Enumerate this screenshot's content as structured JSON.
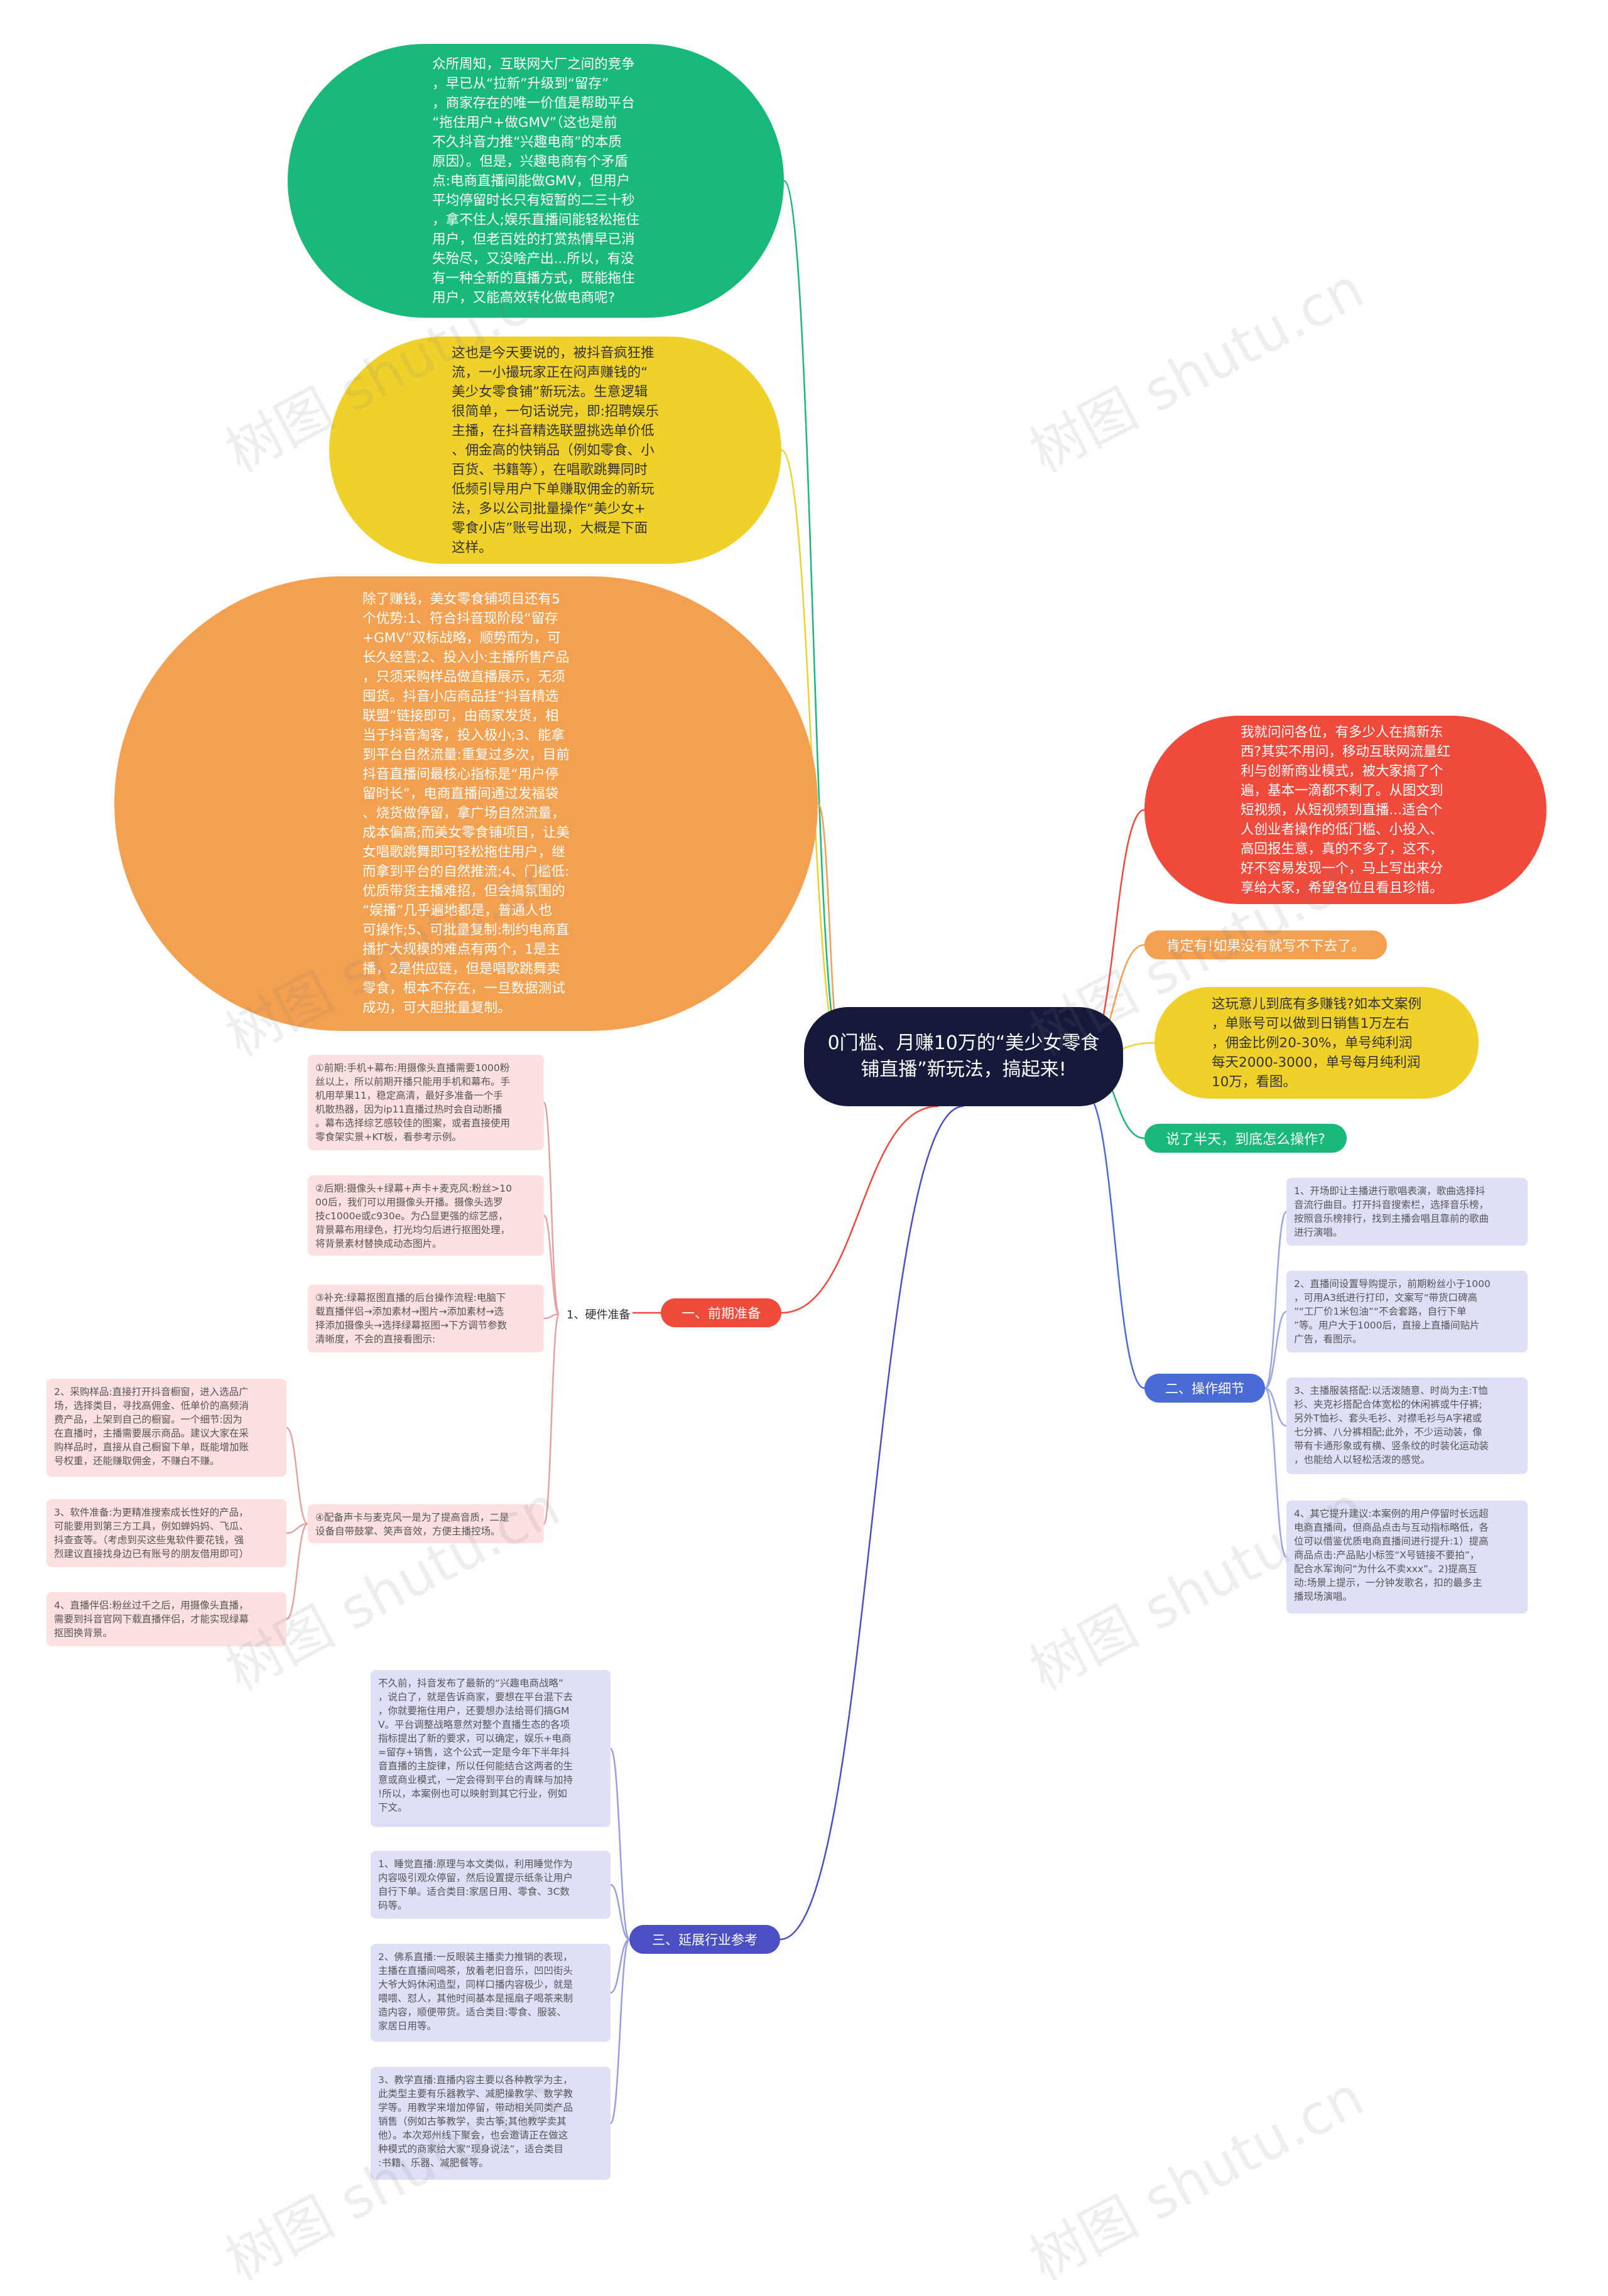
{
  "center": {
    "title": "0门槛、月赚10万的“美少女零食铺直播”新玩法，搞起来!"
  },
  "left_bubbles": [
    {
      "color": "#19b97a",
      "text": "众所周知，互联网大厂之间的竞争\n，早已从“拉新”升级到“留存”\n，商家存在的唯一价值是帮助平台\n“拖住用户+做GMV”（这也是前\n不久抖音力推“兴趣电商”的本质\n原因）。但是，兴趣电商有个矛盾\n点:电商直播间能做GMV，但用户\n平均停留时长只有短暂的二三十秒\n，拿不住人;娱乐直播间能轻松拖住\n用户，但老百姓的打赏热情早已消\n失殆尽，又没啥产出...所以，有没\n有一种全新的直播方式，既能拖住\n用户，又能高效转化做电商呢?"
    },
    {
      "color": "#f0d12c",
      "text": "这也是今天要说的，被抖音疯狂推\n流，一小撮玩家正在闷声赚钱的“\n美少女零食铺”新玩法。生意逻辑\n很简单，一句话说完，即:招聘娱乐\n主播，在抖音精选联盟挑选单价低\n、佣金高的快销品（例如零食、小\n百货、书籍等），在唱歌跳舞同时\n低频引导用户下单赚取佣金的新玩\n法，多以公司批量操作“美少女+\n零食小店”账号出现，大概是下面\n这样。"
    },
    {
      "color": "#f3a050",
      "text": "除了赚钱，美女零食铺项目还有5\n个优势:1、符合抖音现阶段“留存\n+GMV”双标战略，顺势而为，可\n长久经营;2、投入小:主播所售产品\n，只须采购样品做直播展示，无须\n囤货。抖音小店商品挂“抖音精选\n联盟”链接即可，由商家发货，相\n当于抖音淘客，投入极小;3、能拿\n到平台自然流量:重复过多次，目前\n抖音直播间最核心指标是“用户停\n留时长”，电商直播间通过发福袋\n、烧货做停留，拿广场自然流量，\n成本偏高;而美女零食铺项目，让美\n女唱歌跳舞即可轻松拖住用户，继\n而拿到平台的自然推流;4、门槛低:\n优质带货主播难招，但会搞氛围的\n“娱播”几乎遍地都是，普通人也\n可操作;5、可批量复制:制约电商直\n播扩大规模的难点有两个，1是主\n播，2是供应链，但是唱歌跳舞卖\n零食，根本不存在，一旦数据测试\n成功，可大胆批量复制。"
    }
  ],
  "right_bubbles": [
    {
      "color": "#f04a3c",
      "text": "我就问问各位，有多少人在搞新东\n西?其实不用问，移动互联网流量红\n利与创新商业模式，被大家搞了个\n遍，基本一滴都不剩了。从图文到\n短视频，从短视频到直播...适合个\n人创业者操作的低门槛、小投入、\n高回报生意，真的不多了，这不，\n好不容易发现一个，马上写出来分\n享给大家，希望各位且看且珍惜。"
    },
    {
      "color": "#f3a050",
      "text": "肯定有!如果没有就写不下去了。"
    },
    {
      "color": "#f0d12c",
      "text": "这玩意儿到底有多赚钱?如本文案例\n，单账号可以做到日销售1万左右\n，佣金比例20-30%，单号纯利润\n每天2000-3000，单号每月纯利润\n10万，看图。"
    },
    {
      "color": "#19b97a",
      "text": "说了半天，到底怎么操作?"
    }
  ],
  "branches": [
    {
      "label": "一、前期准备",
      "color": "#f04a3c"
    },
    {
      "label": "二、操作细节",
      "color": "#4a6bd6"
    },
    {
      "label": "三、延展行业参考",
      "color": "#4b4fc4"
    }
  ],
  "sub_label": "1、硬件准备",
  "prep_leaves": [
    "①前期:手机+幕布:用摄像头直播需要1000粉\n丝以上，所以前期开播只能用手机和幕布。手\n机用苹果11，稳定高清，最好多准备一个手\n机散热器，因为ip11直播过热时会自动断播\n。幕布选择综艺感较佳的图案，或者直接使用\n零食架实景+KT板，看参考示例。",
    "②后期:摄像头+绿幕+声卡+麦克风:粉丝>10\n00后，我们可以用摄像头开播。摄像头选罗\n技c1000e或c930e。为凸显更强的综艺感，\n背景幕布用绿色，打光均匀后进行抠图处理，\n将背景素材替换成动态图片。",
    "③补充:绿幕抠图直播的后台操作流程:电脑下\n载直播伴侣→添加素材→图片→添加素材→选\n择添加摄像头→选择绿幕抠图→下方调节参数\n清晰度，不会的直接看图示:",
    "④配备声卡与麦克风一是为了提高音质，二是\n设备自带鼓掌、笑声音效，方便主播控场。"
  ],
  "prep_sub_leaves": [
    "2、采购样品:直接打开抖音橱窗，进入选品广\n场，选择类目，寻找高佣金、低单价的高频消\n费产品，上架到自己的橱窗。一个细节:因为\n在直播时，主播需要展示商品。建议大家在采\n购样品时，直接从自己橱窗下单，既能增加账\n号权重，还能赚取佣金，不赚白不赚。",
    "3、软件准备:为更精准搜索成长性好的产品，\n可能要用到第三方工具，例如蝉妈妈、飞瓜、\n抖查查等。（考虑到买这些鬼软件要花钱，强\n烈建议直接找身边已有账号的朋友借用即可）",
    "4、直播伴侣:粉丝过千之后，用摄像头直播，\n需要到抖音官网下载直播伴侣，才能实现绿幕\n抠图换背景。"
  ],
  "ops_leaves": [
    "1、开场即让主播进行歌唱表演，歌曲选择抖\n音流行曲目。打开抖音搜索栏，选择音乐榜，\n按照音乐榜排行，找到主播会唱且靠前的歌曲\n进行演唱。",
    "2、直播间设置导购提示，前期粉丝小于1000\n，可用A3纸进行打印，文案写“带货口碑高\n”“工厂价1米包油”“不会套路，自行下单\n”等。用户大于1000后，直接上直播间贴片\n广告，看图示。",
    "3、主播服装搭配:以活泼随意、时尚为主:T恤\n衫、夹克衫搭配合体宽松的休闲裤或牛仔裤;\n另外T恤衫、套头毛衫、对襟毛衫与A字裙或\n七分裤、八分裤相配;此外，不少运动装，像\n带有卡通形象或有横、竖条纹的时装化运动装\n，也能给人以轻松活泼的感觉。",
    "4、其它提升建议:本案例的用户停留时长远超\n电商直播间，但商品点击与互动指标略低，各\n位可以借鉴优质电商直播间进行提升:1）提高\n商品点击:产品贴小标签“X号链接不要拍”，\n配合水军询问“为什么不卖xxx”。2)提高互\n动:场景上提示，一分钟发歌名，扣的最多主\n播现场演唱。"
  ],
  "ext_leaves": [
    "不久前，抖音发布了最新的“兴趣电商战略”\n，说白了，就是告诉商家，要想在平台混下去\n，你就要拖住用户，还要想办法给哥们搞GM\nV。平台调整战略意然对整个直播生态的各项\n指标提出了新的要求，可以确定，娱乐+电商\n=留存+销售，这个公式一定是今年下半年抖\n音直播的主旋律，所以任何能结合这两者的生\n意或商业模式，一定会得到平台的青睐与加持\n!所以，本案例也可以映射到其它行业，例如\n下文。",
    "1、睡觉直播:原理与本文类似，利用睡觉作为\n内容吸引观众停留，然后设置提示纸条让用户\n自行下单。适合类目:家居日用、零食、3C数\n码等。",
    "2、佛系直播:一反眼装主播卖力推销的表现，\n主播在直播间喝茶，放着老旧音乐，凹凹街头\n大爷大妈休闲造型，同样口播内容极少，就是\n喂喂、怼人，其他时间基本是摇扇子喝茶来制\n造内容，顺便带货。适合类目:零食、服装、\n家居日用等。",
    "3、教学直播:直播内容主要以各种教学为主，\n此类型主要有乐器教学、减肥操教学、数学教\n学等。用教学来增加停留，带动相关同类产品\n销售（例如古筝教学，卖古筝;其他教学卖其\n他）。本次郑州线下聚会，也会邀请正在做这\n种模式的商家给大家“现身说法”，适合类目\n:书籍、乐器、减肥餐等。"
  ],
  "watermark": "树图 shutu.cn"
}
